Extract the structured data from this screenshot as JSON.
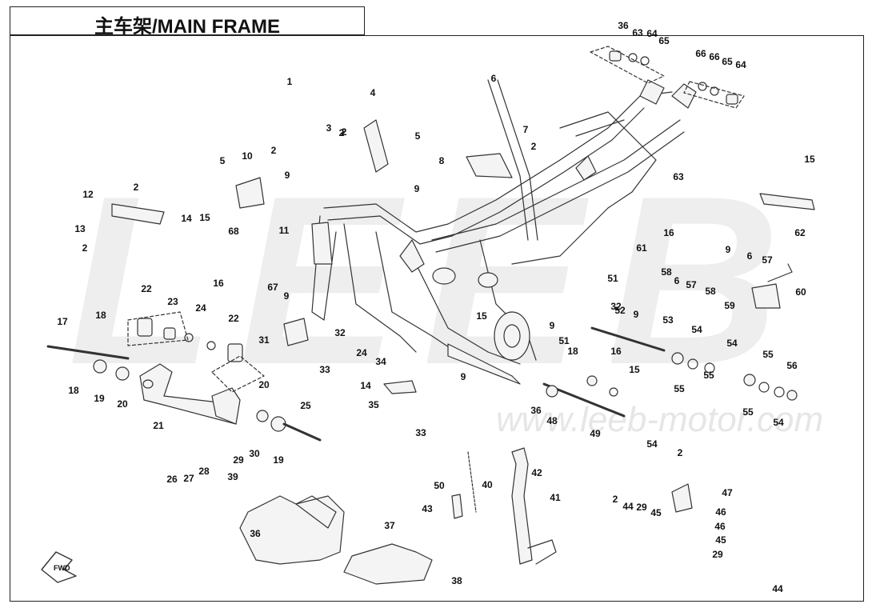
{
  "title": "主车架/MAIN FRAME",
  "watermark": {
    "logo": "LEEB",
    "url": "www.leeb-motor.com"
  },
  "fwd_label": "FWD",
  "colors": {
    "line": "#333333",
    "callout": "#111111",
    "watermark": "#eeeeee",
    "part_fill": "#f4f4f4"
  },
  "callouts": [
    "1",
    "2",
    "2",
    "3",
    "2",
    "4",
    "5",
    "6",
    "7",
    "2",
    "8",
    "9",
    "10",
    "5",
    "2",
    "12",
    "2",
    "13",
    "2",
    "14",
    "15",
    "16",
    "68",
    "67",
    "9",
    "11",
    "9",
    "22",
    "23",
    "24",
    "22",
    "17",
    "18",
    "18",
    "19",
    "20",
    "21",
    "20",
    "25",
    "26",
    "27",
    "28",
    "29",
    "30",
    "19",
    "31",
    "32",
    "33",
    "24",
    "34",
    "15",
    "9",
    "9",
    "51",
    "18",
    "16",
    "15",
    "14",
    "35",
    "33",
    "36",
    "48",
    "49",
    "50",
    "40",
    "41",
    "42",
    "43",
    "39",
    "36",
    "37",
    "38",
    "36",
    "63",
    "64",
    "65",
    "66",
    "66",
    "65",
    "64",
    "63",
    "16",
    "15",
    "62",
    "61",
    "9",
    "6",
    "57",
    "58",
    "6",
    "57",
    "58",
    "59",
    "60",
    "51",
    "32",
    "52",
    "9",
    "53",
    "54",
    "55",
    "54",
    "55",
    "56",
    "55",
    "54",
    "55",
    "54",
    "2",
    "47",
    "2",
    "44",
    "29",
    "45",
    "46",
    "46",
    "45",
    "29",
    "44"
  ]
}
